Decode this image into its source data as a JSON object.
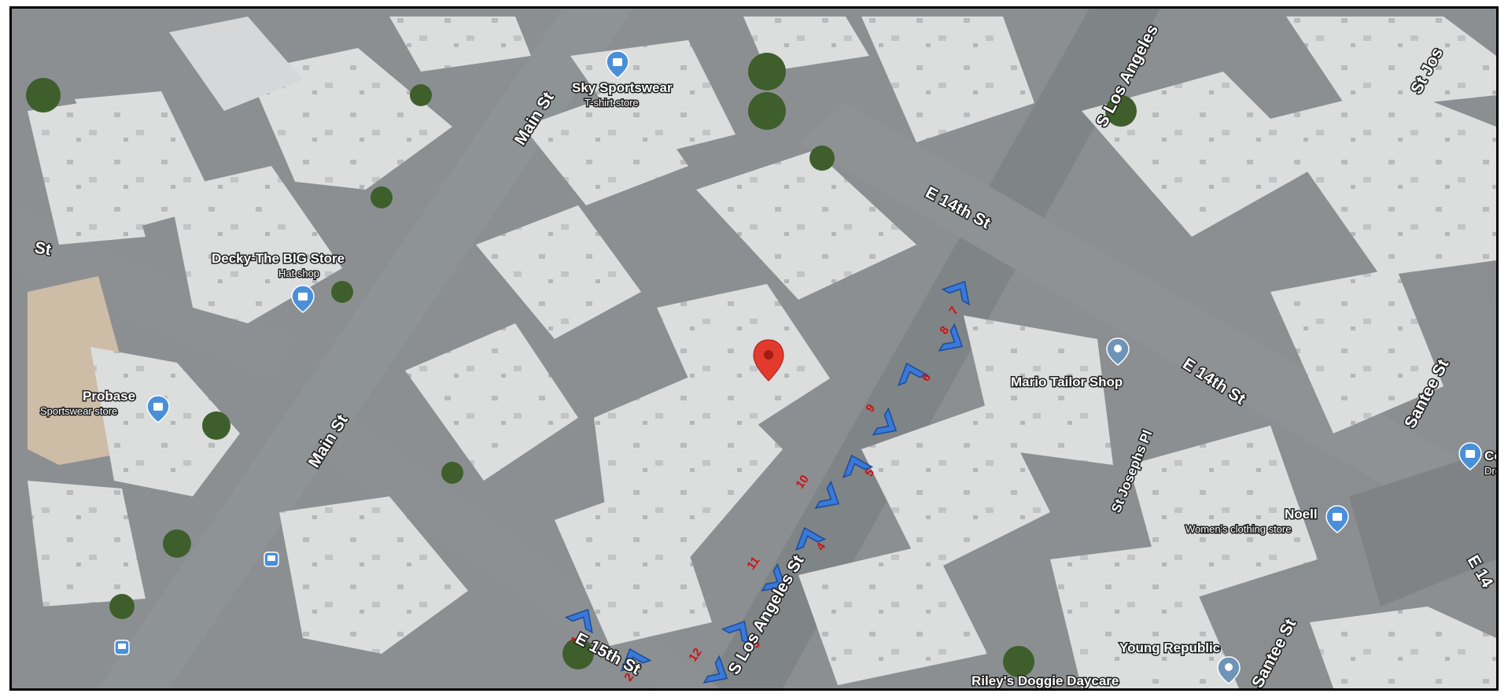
{
  "map": {
    "colors": {
      "road": "#8d9296",
      "roof": "#dfe0e0",
      "roof_shade": "#c8cacc",
      "tree": "#3d5e2a",
      "arrow": "#3a78d9",
      "number": "#d01010",
      "pin": "#e33a2e",
      "place_pin": "#6f94b7",
      "shop_pin": "#4a90d9"
    },
    "streets": [
      {
        "name": "Main St"
      },
      {
        "name": "Main St"
      },
      {
        "name": "St"
      },
      {
        "name": "E 14th St"
      },
      {
        "name": "E 14th St"
      },
      {
        "name": "S Los Angeles St"
      },
      {
        "name": "S Los Angeles"
      },
      {
        "name": "E 15th St"
      },
      {
        "name": "St Josephs Pl"
      },
      {
        "name": "Santee St"
      },
      {
        "name": "Santee St"
      },
      {
        "name": "E 14"
      },
      {
        "name": "St Jos"
      }
    ],
    "places": [
      {
        "name": "Sky Sportswear",
        "category": "T-shirt store",
        "icon": "shopping-bag-icon"
      },
      {
        "name": "Decky-The BIG Store",
        "category": "Hat shop",
        "icon": "shopping-bag-icon"
      },
      {
        "name": "Probase",
        "category": "Sportswear store",
        "icon": "shopping-bag-icon"
      },
      {
        "name": "Mario Tailor Shop",
        "category": "",
        "icon": "place-pin-icon"
      },
      {
        "name": "Noell",
        "category": "Women's clothing store",
        "icon": "shopping-bag-icon"
      },
      {
        "name": "Young Republic",
        "category": "",
        "icon": "place-pin-icon"
      },
      {
        "name": "Riley's Doggie Daycare",
        "category": "",
        "icon": "paw-pin-icon"
      },
      {
        "name": "Co",
        "category": "Dres",
        "icon": "shopping-bag-icon"
      }
    ],
    "markers": [
      {
        "label": "1"
      },
      {
        "label": "2"
      },
      {
        "label": "3"
      },
      {
        "label": "4"
      },
      {
        "label": "5"
      },
      {
        "label": "6"
      },
      {
        "label": "7"
      },
      {
        "label": "8"
      },
      {
        "label": "9"
      },
      {
        "label": "10"
      },
      {
        "label": "11"
      },
      {
        "label": "12"
      }
    ],
    "icons": {
      "location_pin": "location-pin-icon",
      "bus_stop": "bus-stop-icon",
      "direction_arrow": "direction-chevron-icon"
    }
  }
}
